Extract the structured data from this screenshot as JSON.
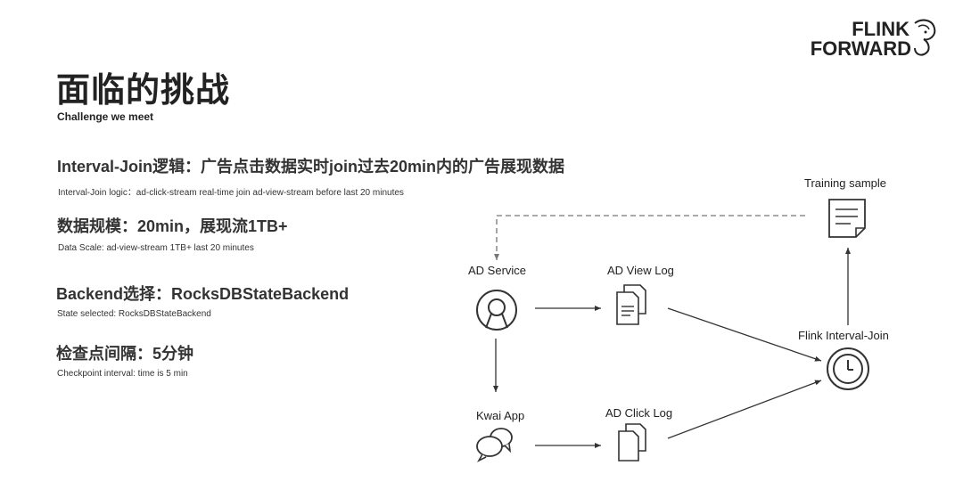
{
  "logo": {
    "line1": "FLINK",
    "line2": "FORWARD"
  },
  "title": "面临的挑战",
  "subtitle": "Challenge we meet",
  "points": [
    {
      "heading": "Interval-Join逻辑：广告点击数据实时join过去20min内的广告展现数据",
      "detail": "Interval-Join logic：ad-click-stream real-time join ad-view-stream before last 20 minutes"
    },
    {
      "heading": "数据规模：20min，展现流1TB+",
      "detail": "Data Scale: ad-view-stream 1TB+ last 20 minutes"
    },
    {
      "heading": "Backend选择：RocksDBStateBackend",
      "detail": "State selected: RocksDBStateBackend"
    },
    {
      "heading": "检查点间隔：5分钟",
      "detail": "Checkpoint interval: time is 5 min"
    }
  ],
  "diagram": {
    "nodes": {
      "ad_service": {
        "label": "AD Service",
        "icon": "compass-icon"
      },
      "ad_view_log": {
        "label": "AD View Log",
        "icon": "documents-icon"
      },
      "kwai_app": {
        "label": "Kwai App",
        "icon": "chat-bubbles-icon"
      },
      "ad_click_log": {
        "label": "AD Click Log",
        "icon": "documents-icon"
      },
      "flink_interval_join": {
        "label": "Flink Interval-Join",
        "icon": "clock-icon"
      },
      "training_sample": {
        "label": "Training sample",
        "icon": "note-icon"
      }
    },
    "edges": [
      {
        "from": "AD Service",
        "to": "AD View Log",
        "style": "solid"
      },
      {
        "from": "AD Service",
        "to": "Kwai App",
        "style": "solid"
      },
      {
        "from": "Kwai App",
        "to": "AD Click Log",
        "style": "solid"
      },
      {
        "from": "AD View Log",
        "to": "Flink Interval-Join",
        "style": "solid"
      },
      {
        "from": "AD Click Log",
        "to": "Flink Interval-Join",
        "style": "solid"
      },
      {
        "from": "Flink Interval-Join",
        "to": "Training sample",
        "style": "solid"
      },
      {
        "from": "Training sample",
        "to": "AD Service",
        "style": "dashed"
      }
    ],
    "colors": {
      "stroke": "#333333",
      "dashed": "#777777"
    }
  }
}
